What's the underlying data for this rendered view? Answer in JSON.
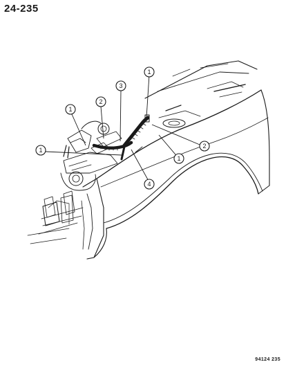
{
  "header": {
    "page_number": "24-235"
  },
  "footer": {
    "figure_code": "94124 235"
  },
  "callouts": [
    {
      "id": "callout-1-top",
      "label": "1"
    },
    {
      "id": "callout-3",
      "label": "3"
    },
    {
      "id": "callout-2-left",
      "label": "2"
    },
    {
      "id": "callout-1-left-upper",
      "label": "1"
    },
    {
      "id": "callout-2-right",
      "label": "2"
    },
    {
      "id": "callout-1-left-lower",
      "label": "1"
    },
    {
      "id": "callout-1-right",
      "label": "1"
    },
    {
      "id": "callout-4",
      "label": "4"
    }
  ]
}
